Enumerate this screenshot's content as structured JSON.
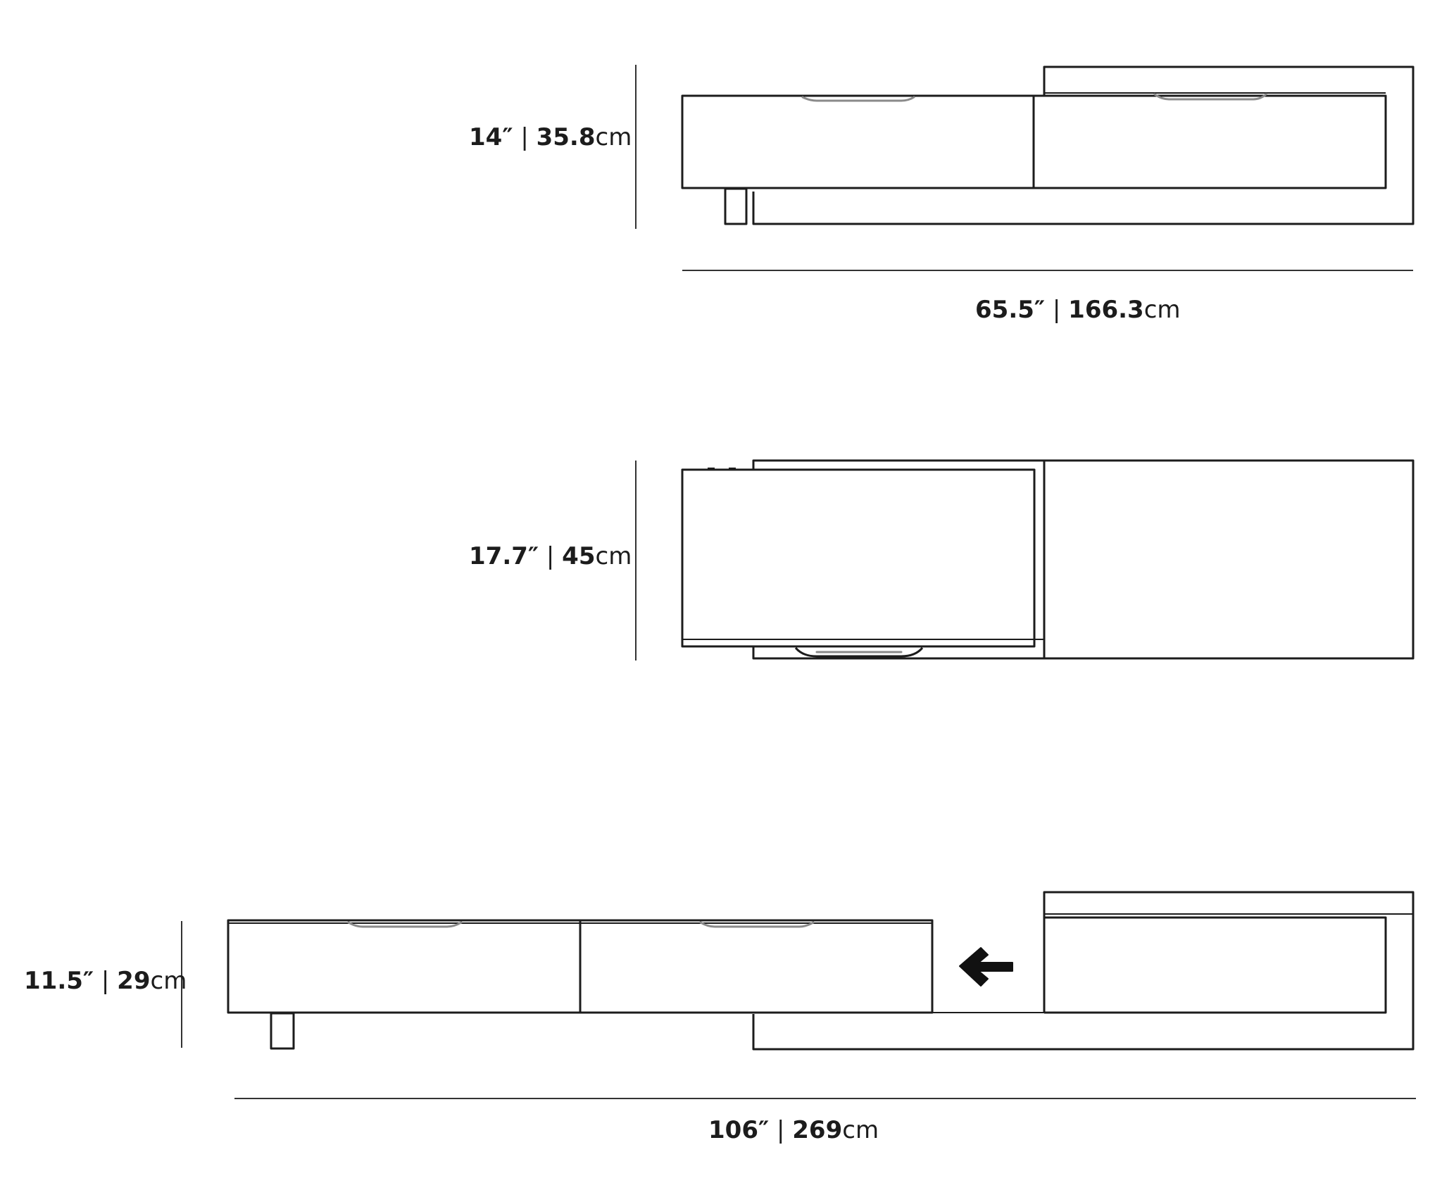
{
  "views": [
    {
      "name": "closed-side-view",
      "height_dim": {
        "imperial": "14″",
        "metric": "35.8",
        "unit": "cm"
      },
      "width_dim": {
        "imperial": "65.5″",
        "metric": "166.3",
        "unit": "cm"
      }
    },
    {
      "name": "top-view",
      "height_dim": {
        "imperial": "17.7″",
        "metric": "45",
        "unit": "cm"
      }
    },
    {
      "name": "extended-side-view",
      "height_dim": {
        "imperial": "11.5″",
        "metric": "29",
        "unit": "cm"
      },
      "width_dim": {
        "imperial": "106″",
        "metric": "269",
        "unit": "cm"
      },
      "arrow_icon": "arrow-left-icon"
    }
  ],
  "separator": "|"
}
